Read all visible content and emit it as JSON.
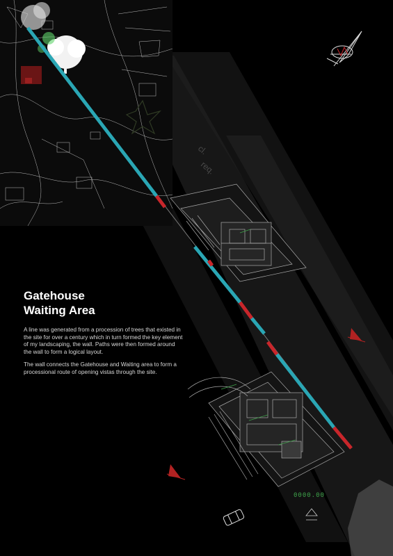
{
  "panel": {
    "title_line1": "Gatehouse",
    "title_line2": "Waiting Area",
    "paragraph1": "A line was generated from a procession of trees that existed in the site for over a century which in turn formed the key element of my landscaping, the wall. Paths were then formed around the wall to form a logical layout.",
    "paragraph2": "The wall connects the Gatehouse and Waiting area to form a processional route of opening vistas through the site."
  },
  "plan_labels": {
    "scale_readout": "0000.00",
    "annotation_cl": "cl.",
    "annotation_req": "req."
  },
  "colors": {
    "background": "#000000",
    "wall_cyan": "#2aa6b4",
    "wall_red": "#c8262b",
    "accent_green": "#3ea34a",
    "linework": "#9a9a9a",
    "map_red": "#7a1a1a"
  },
  "icons": [
    "north-arrow-icon",
    "tree-icon",
    "car-icon",
    "section-marker-icon"
  ]
}
